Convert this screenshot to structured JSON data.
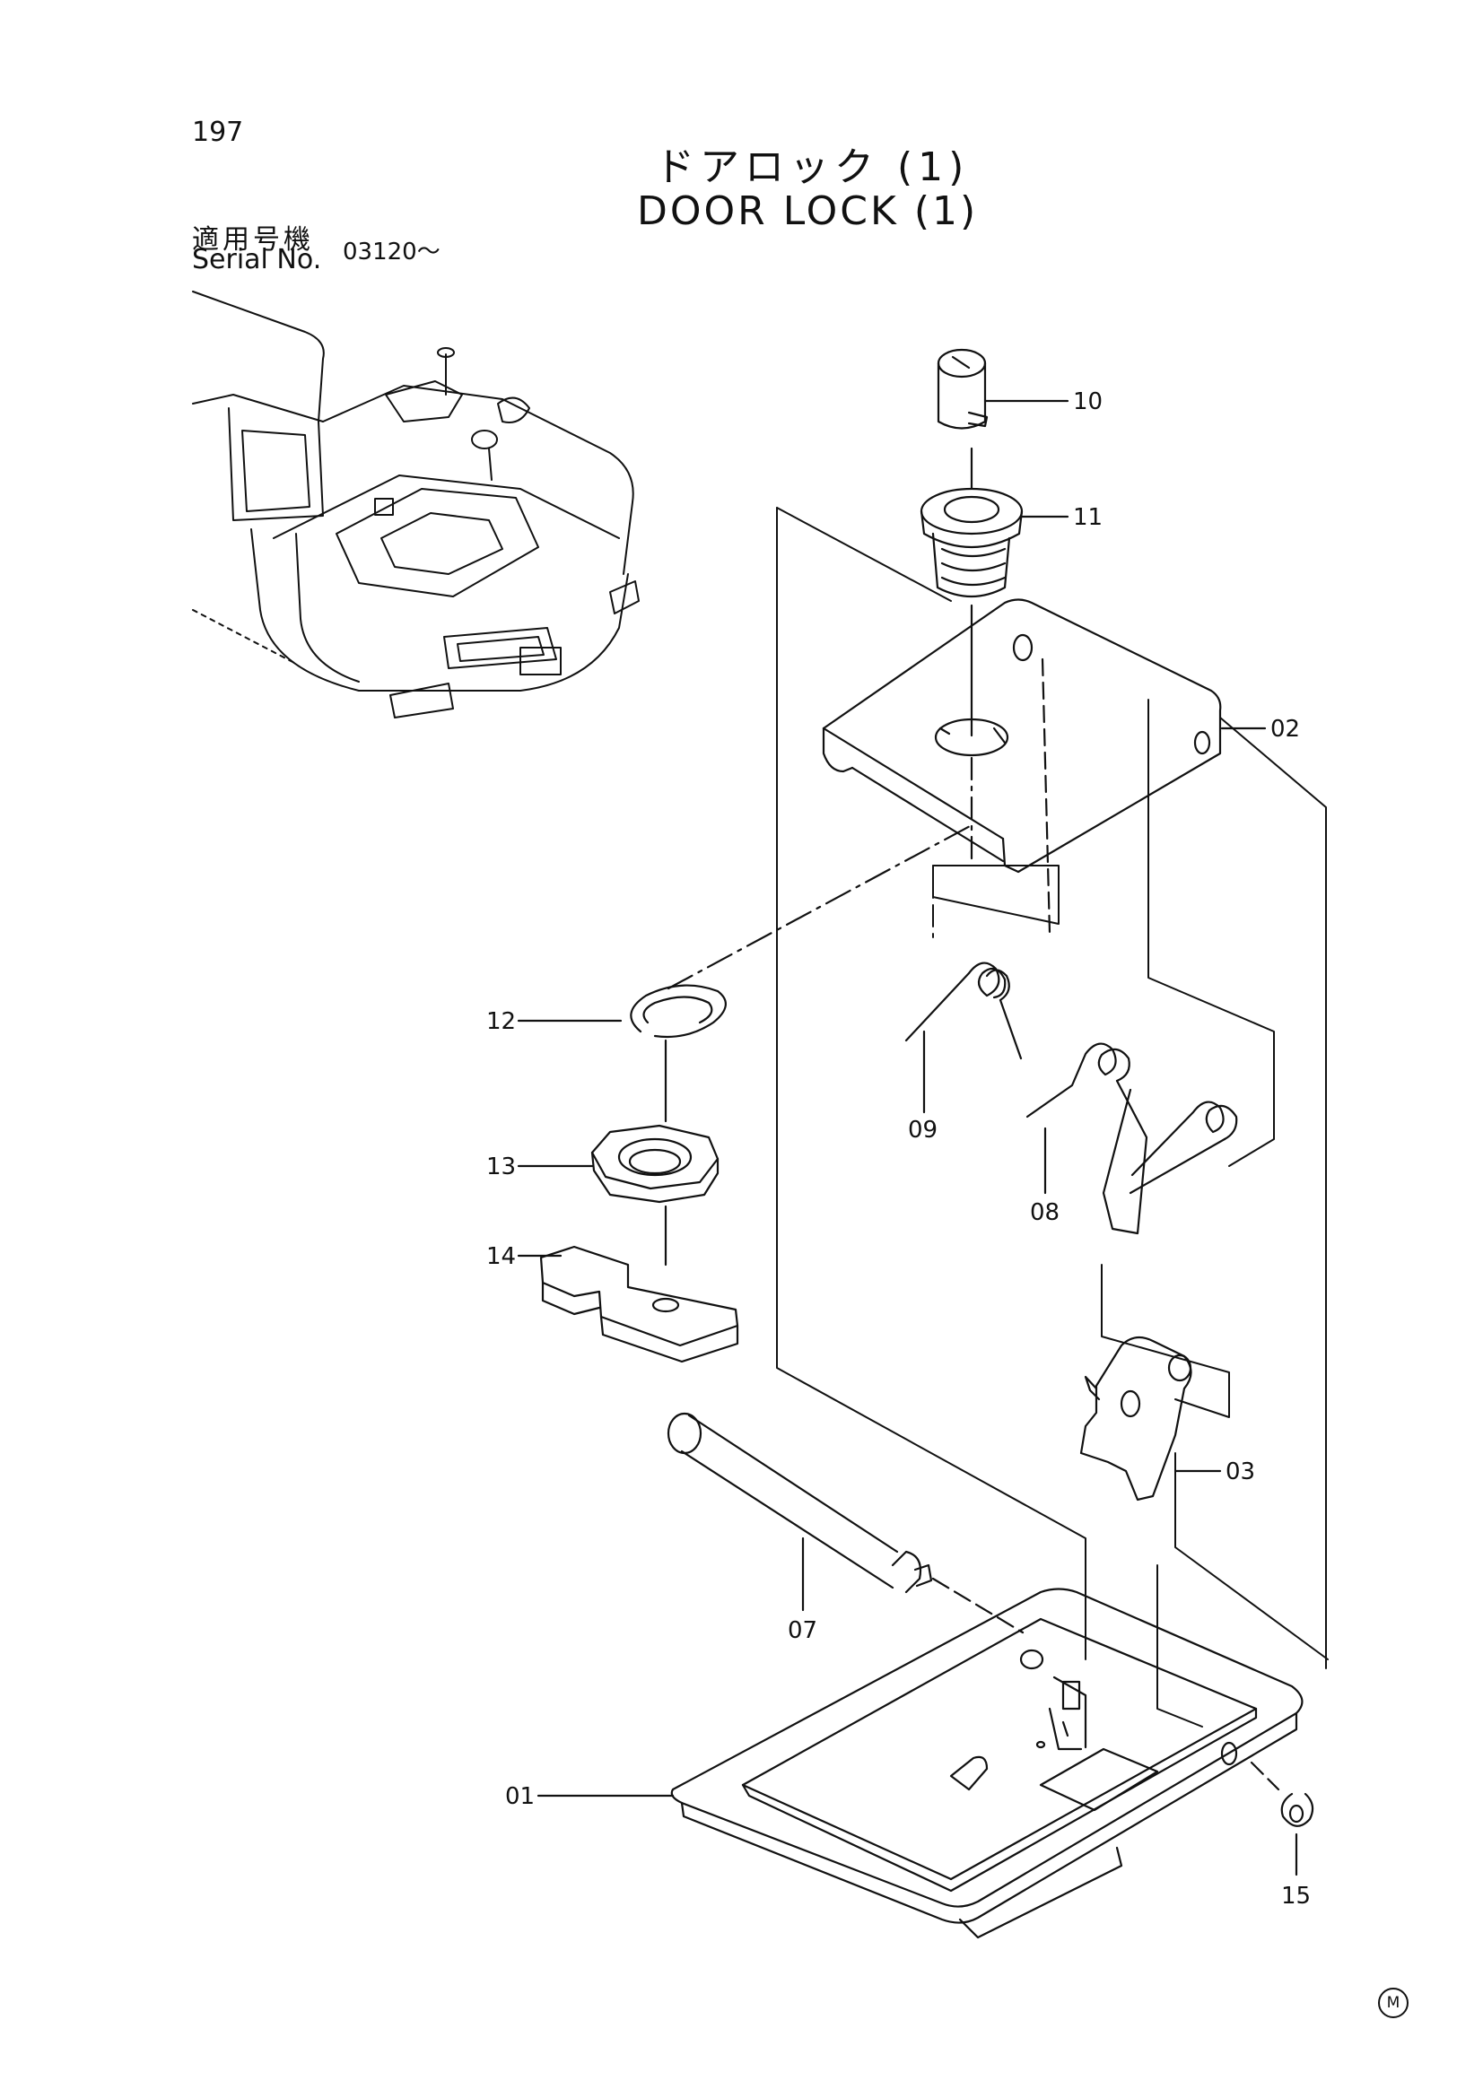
{
  "header": {
    "page_number": "197",
    "title_jp": "ドアロック (1)",
    "title_en": "DOOR LOCK (1)",
    "serial_label_jp": "適用号機",
    "serial_label_en": "Serial No.",
    "serial_value": "03120～"
  },
  "callouts": {
    "p01": "01",
    "p02": "02",
    "p03": "03",
    "p07": "07",
    "p08": "08",
    "p09": "09",
    "p10": "10",
    "p11": "11",
    "p12": "12",
    "p13": "13",
    "p14": "14",
    "p15": "15"
  },
  "footer": {
    "mark": "M"
  }
}
